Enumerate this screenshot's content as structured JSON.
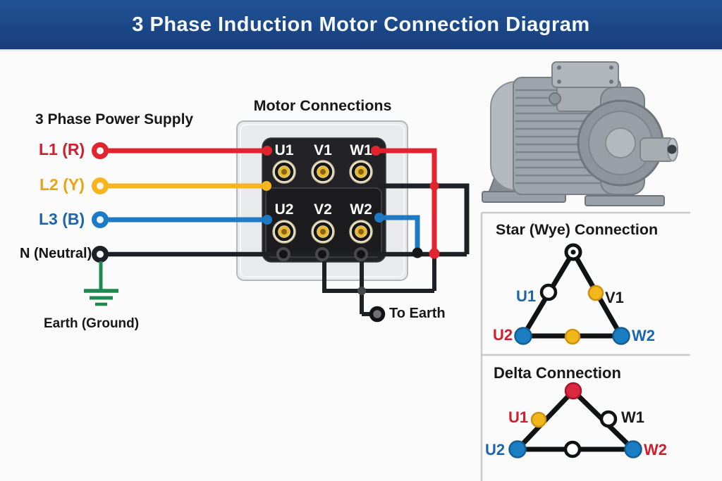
{
  "header": {
    "title": "3 Phase Induction Motor Connection Diagram"
  },
  "colors": {
    "header-top": "#215397",
    "header-bottom": "#173e7a",
    "wire-red": "#e2242f",
    "wire-yellow": "#f6b41d",
    "wire-blue": "#1e7ac5",
    "wire-black": "#1f2023",
    "ground-green": "#1c8a4f",
    "label-red": "#cf1f2e",
    "label-yellow": "#eca312",
    "label-blue": "#1b66ad",
    "node-blue": "#1b7ec2",
    "node-yellow": "#f2b71d",
    "node-red": "#da2840",
    "panel-border": "#c9cacc"
  },
  "power_supply": {
    "title": "3 Phase Power Supply",
    "lines": [
      {
        "label": "L1 (R)",
        "color_name": "red"
      },
      {
        "label": "L2 (Y)",
        "color_name": "yellow"
      },
      {
        "label": "L3 (B)",
        "color_name": "blue"
      },
      {
        "label": "N (Neutral)",
        "color_name": "black"
      }
    ],
    "earth_label": "Earth (Ground)"
  },
  "motor_connections": {
    "title": "Motor Connections",
    "top_terminals": [
      "U1",
      "V1",
      "W1"
    ],
    "bottom_terminals": [
      "U2",
      "V2",
      "W2"
    ],
    "to_earth_label": "To Earth"
  },
  "star_connection": {
    "title": "Star (Wye) Connection",
    "labels": {
      "u1": "U1",
      "v1": "V1",
      "u2": "U2",
      "w2": "W2"
    }
  },
  "delta_connection": {
    "title": "Delta Connection",
    "labels": {
      "u1": "U1",
      "w1": "W1",
      "u2": "U2",
      "w2": "W2"
    }
  }
}
